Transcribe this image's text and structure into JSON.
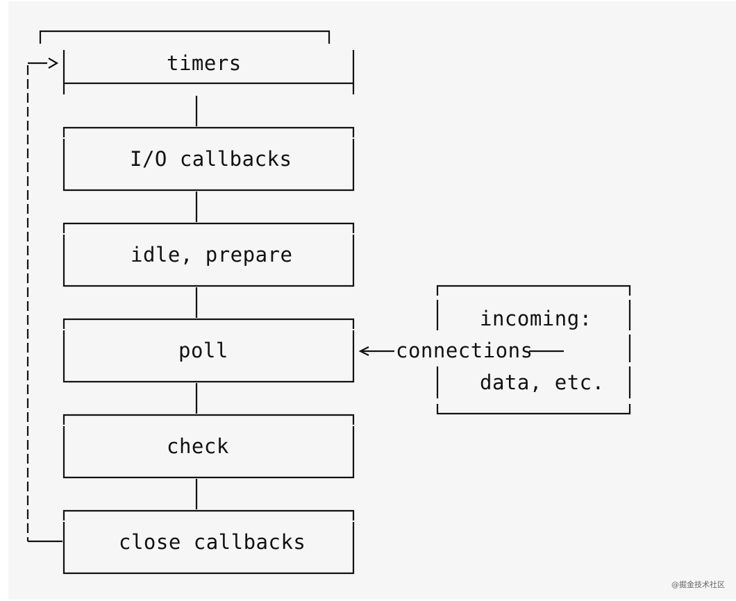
{
  "phases": [
    {
      "id": "timers",
      "label": "timers"
    },
    {
      "id": "io-callbacks",
      "label": "I/O callbacks"
    },
    {
      "id": "idle-prepare",
      "label": "idle, prepare"
    },
    {
      "id": "poll",
      "label": "poll"
    },
    {
      "id": "check",
      "label": "check"
    },
    {
      "id": "close-callbacks",
      "label": "close callbacks"
    }
  ],
  "incoming": {
    "line1": "incoming:",
    "line2": "data, etc."
  },
  "connection_label": "connections",
  "watermark": "@掘金技术社区"
}
